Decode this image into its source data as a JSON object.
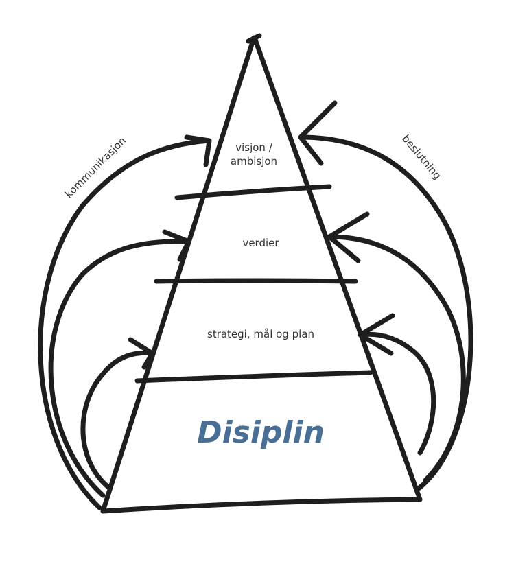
{
  "levels": [
    {
      "label": "visjon /\nambisjon"
    },
    {
      "label": "verdier"
    },
    {
      "label": "strategi, mål og plan"
    },
    {
      "label": "Disiplin"
    }
  ],
  "left_label": "kommunikasjon",
  "right_label": "beslutning",
  "colors": {
    "stroke": "#1e1e1e",
    "accent": "#4a6f96"
  }
}
